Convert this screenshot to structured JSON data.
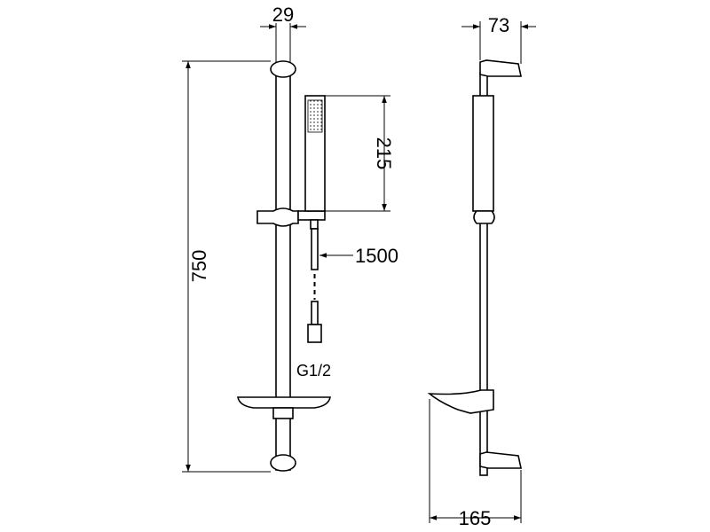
{
  "dimensions": {
    "top_width": "29",
    "side_width": "73",
    "total_height": "750",
    "hand_shower_length": "215",
    "hose_length": "1500",
    "thread": "G1/2",
    "bottom_width": "165"
  },
  "colors": {
    "line": "#000000",
    "background": "#ffffff"
  }
}
